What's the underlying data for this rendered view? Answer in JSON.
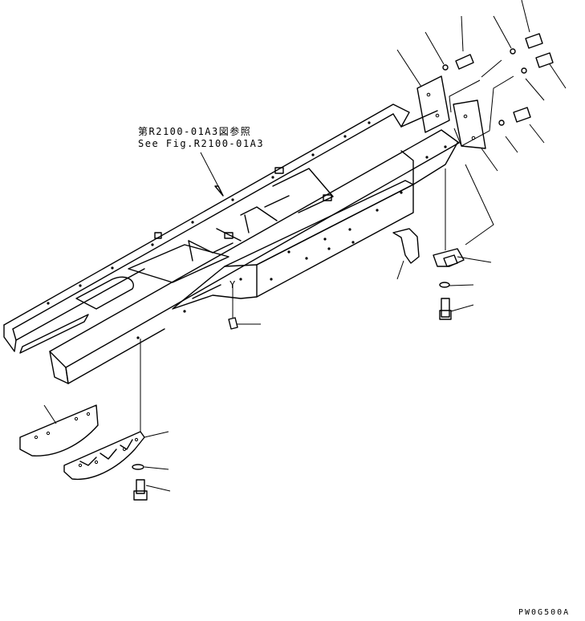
{
  "reference_note": {
    "line1": "第R2100-01A3図参照",
    "line2": "See Fig.R2100-01A3"
  },
  "view_marker": "Y",
  "drawing_code": "PW0G500A"
}
